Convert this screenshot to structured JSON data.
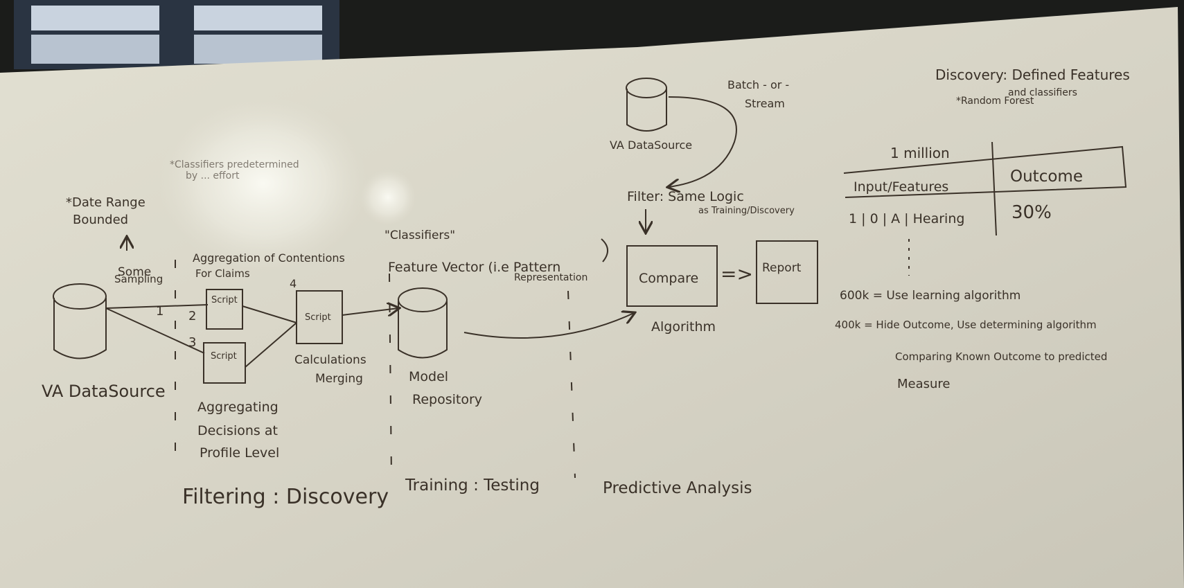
{
  "colors": {
    "ink": "#3a3128",
    "board": "#d9d6c8",
    "wall": "#1b1c1a"
  },
  "notes": {
    "date_range": [
      "*Date Range",
      "Bounded"
    ],
    "classifiers_predetermined": [
      "*Classifiers predetermined",
      "by ... effort"
    ],
    "some_sampling": [
      "Some",
      "Sampling"
    ],
    "aggregation_title": [
      "Aggregation of Contentions",
      "For Claims"
    ],
    "classifiers_quote": "\"Classifiers\"",
    "feature_vector": "Feature Vector (i.e Pattern",
    "representation": "Representation",
    "batch_or_stream": [
      "Batch - or -",
      "Stream"
    ],
    "filter": [
      "Filter: Same Logic",
      "as Training/Discovery"
    ],
    "discovery": [
      "Discovery: Defined Features",
      "and classifiers",
      "*Random Forest"
    ]
  },
  "labels": {
    "va_datasource": "VA DataSource",
    "va_datasource_top": "VA DataSource",
    "script": "Script",
    "aggregating": [
      "Aggregating",
      "Decisions at",
      "Profile Level"
    ],
    "calc": [
      "Calculations",
      "Merging"
    ],
    "model_repo": [
      "Model",
      "Repository"
    ],
    "compare": "Compare",
    "report": "Report",
    "algorithm": "Algorithm",
    "arrow_symbol": "=>",
    "n1": "1",
    "n2": "2",
    "n3": "3",
    "n4": "4"
  },
  "phases": {
    "filtering": "Filtering : Discovery",
    "training": "Training : Testing",
    "predictive": "Predictive Analysis"
  },
  "table": {
    "top": "1 million",
    "headers": [
      "Input/Features",
      "Outcome"
    ],
    "row": [
      "1 | 0 | A | Hearing",
      "30%"
    ]
  },
  "side": {
    "line1": "600k = Use learning algorithm",
    "line2": "400k = Hide Outcome, Use determining algorithm",
    "line3": "Comparing Known Outcome to predicted",
    "line4": "Measure"
  }
}
